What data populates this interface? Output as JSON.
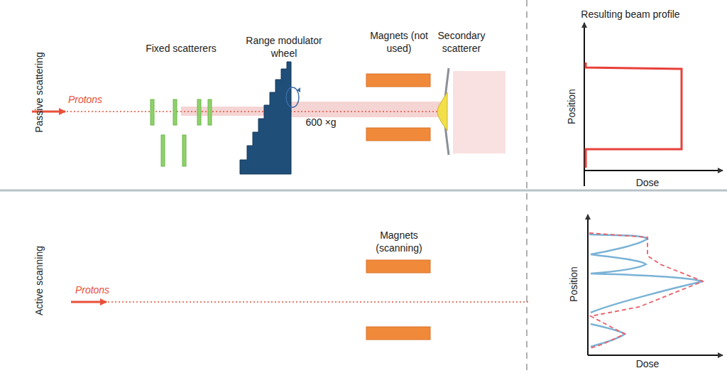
{
  "diagram": {
    "labels": [
      "Passive scattering",
      "Protons",
      "Fixed scatterers",
      "Range modulator wheel",
      "600 ×g",
      "Magnets (not used)",
      "Secondary scatterer",
      "Resulting beam profile",
      "Position",
      "Dose",
      "Active scanning",
      "Protons",
      "Magnets (scanning)",
      "Position",
      "Dose"
    ]
  }
}
